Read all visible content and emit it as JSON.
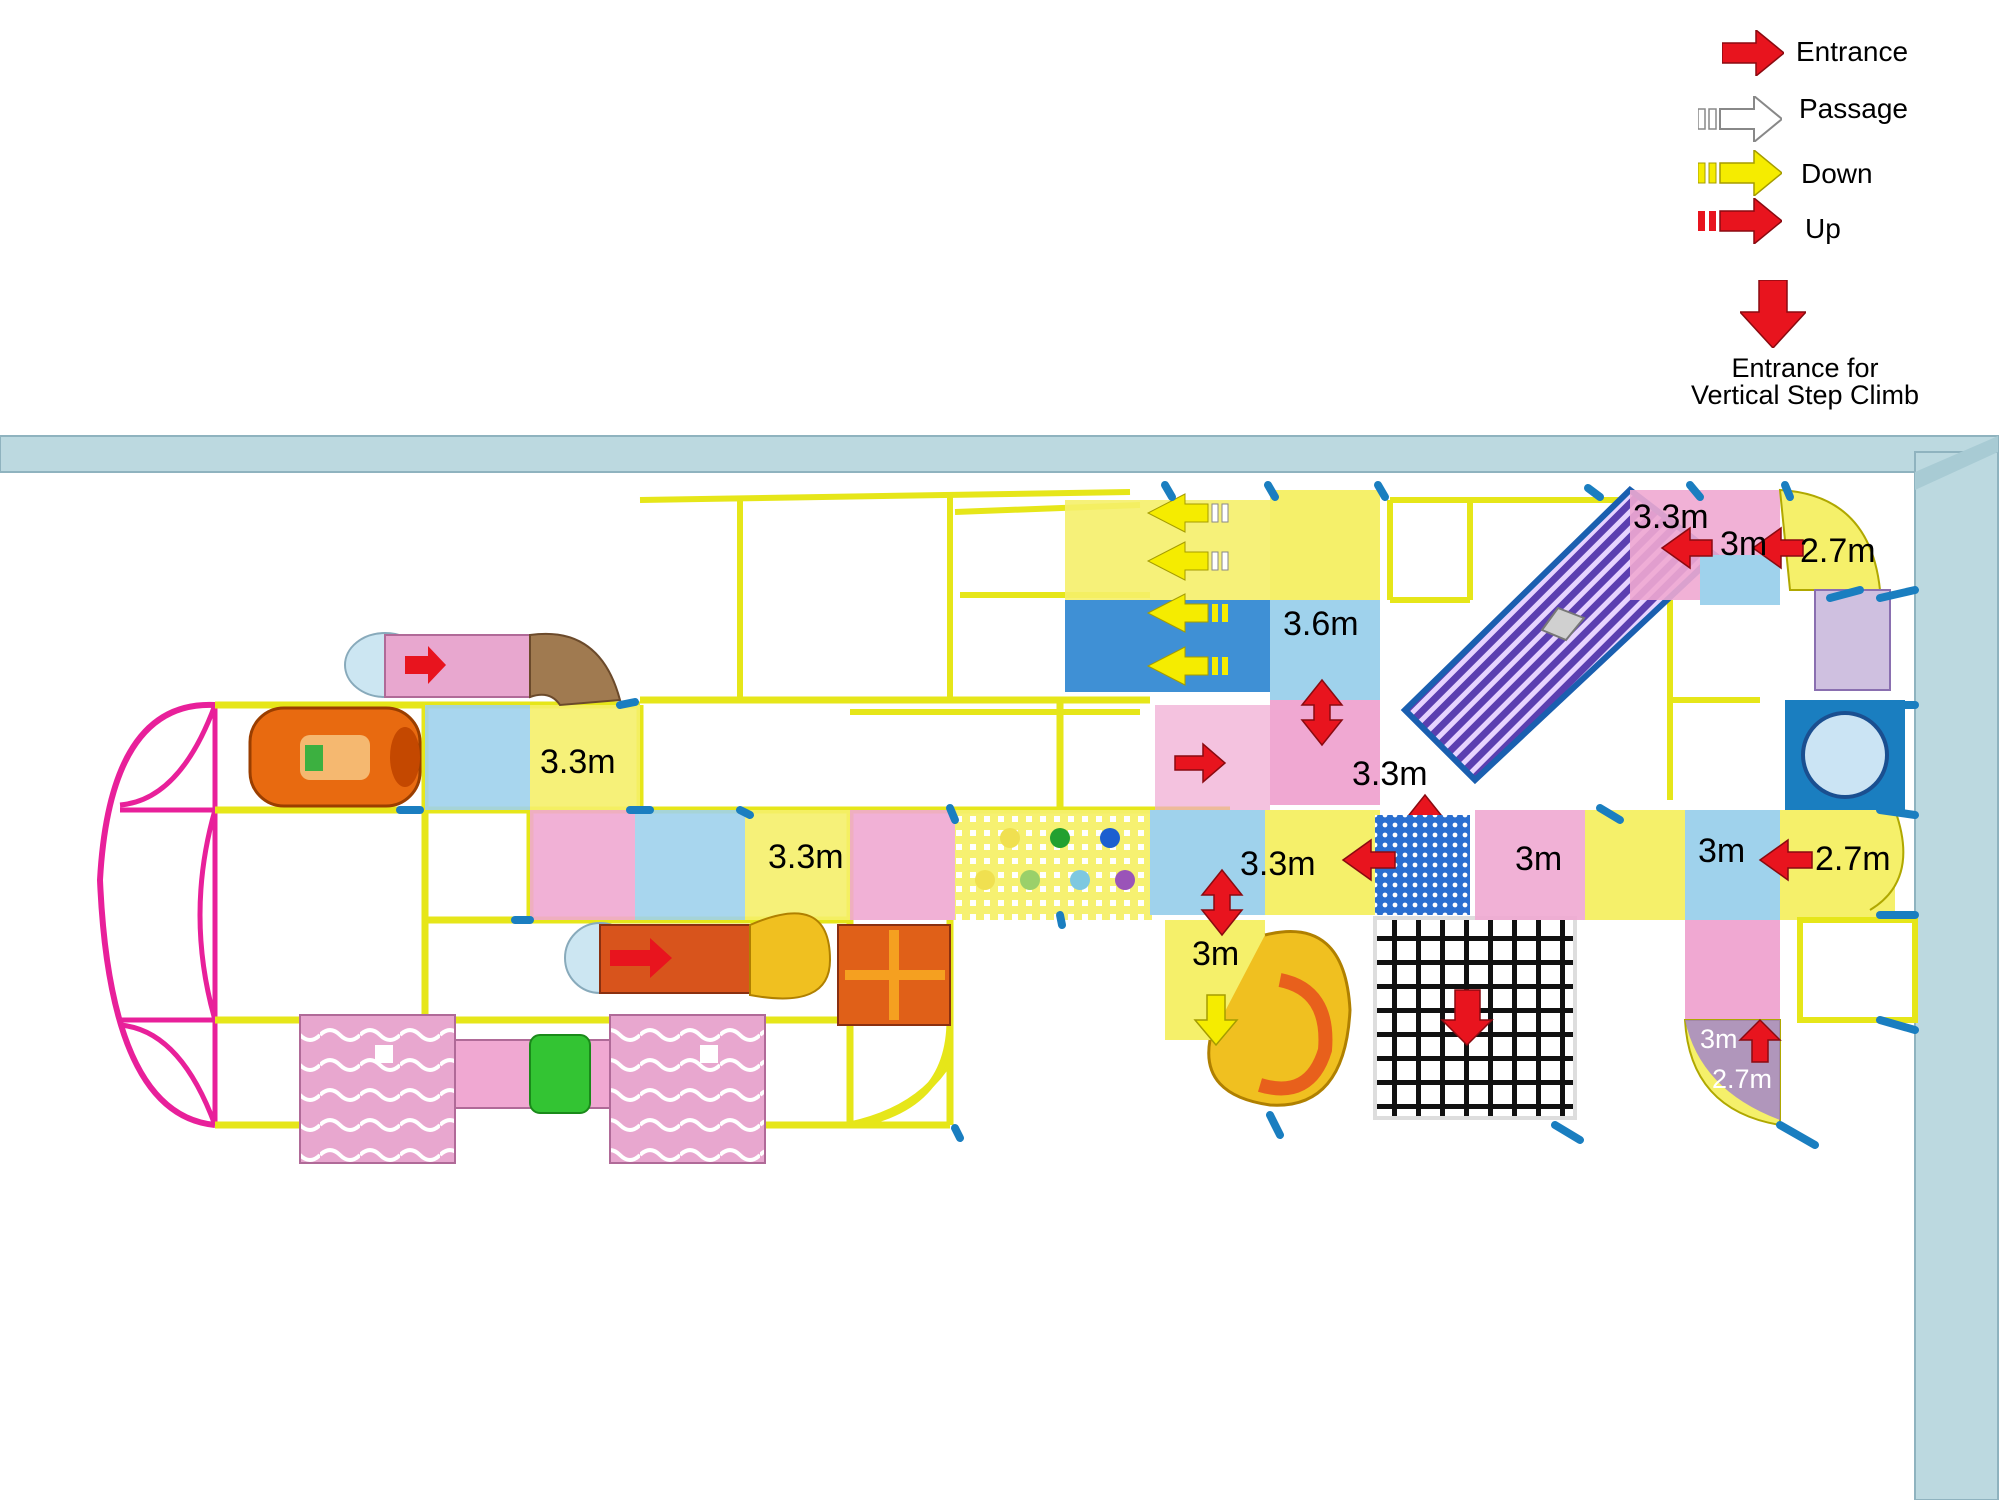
{
  "legend": {
    "entrance": "Entrance",
    "passage": "Passage",
    "down": "Down",
    "up": "Up",
    "vertical_entrance_line1": "Entrance for",
    "vertical_entrance_line2": "Vertical Step Climb"
  },
  "heights": [
    "3.3m",
    "3.3m",
    "3.6m",
    "3.3m",
    "3.3m",
    "3m",
    "3m",
    "3m",
    "3m",
    "2.7m",
    "2.7m",
    "3.3m",
    "3m",
    "2.7m"
  ],
  "colors": {
    "frame": "#e6e619",
    "pink_panel": "#f0a8d2",
    "blue_panel": "#9fd2ec",
    "yellow_panel": "#f5f06a",
    "arrow_red": "#e8141e",
    "arrow_yellow": "#f5ec00",
    "wall": "#bcd9e0",
    "bumper": "#1a7ec0",
    "magenta_frame": "#e8209a"
  }
}
